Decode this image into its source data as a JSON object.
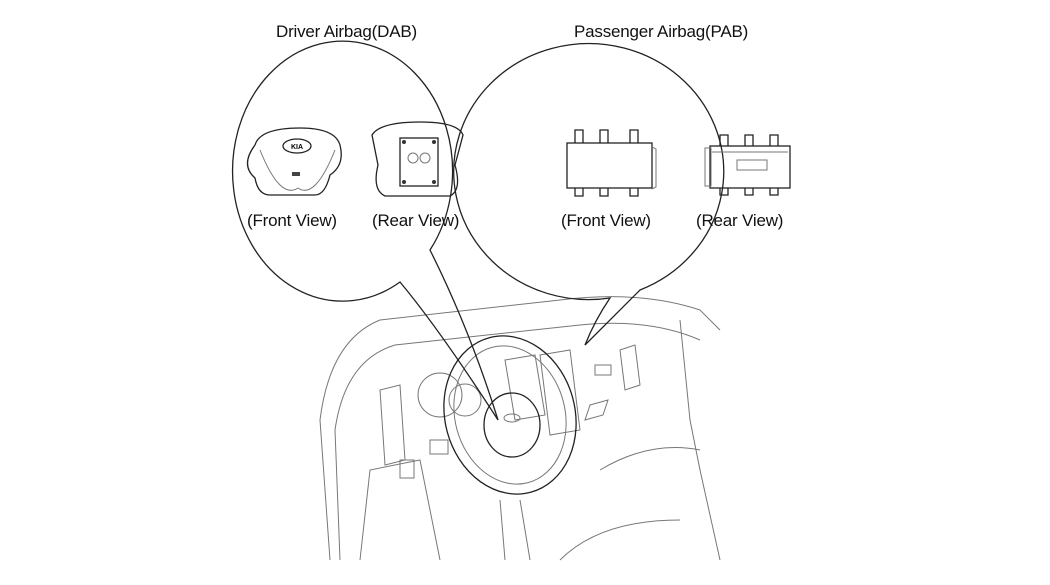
{
  "driver": {
    "title": "Driver Airbag(DAB)",
    "front_label": "(Front View)",
    "rear_label": "(Rear View)",
    "logo": "KIA"
  },
  "passenger": {
    "title": "Passenger Airbag(PAB)",
    "front_label": "(Front View)",
    "rear_label": "(Rear View)"
  }
}
